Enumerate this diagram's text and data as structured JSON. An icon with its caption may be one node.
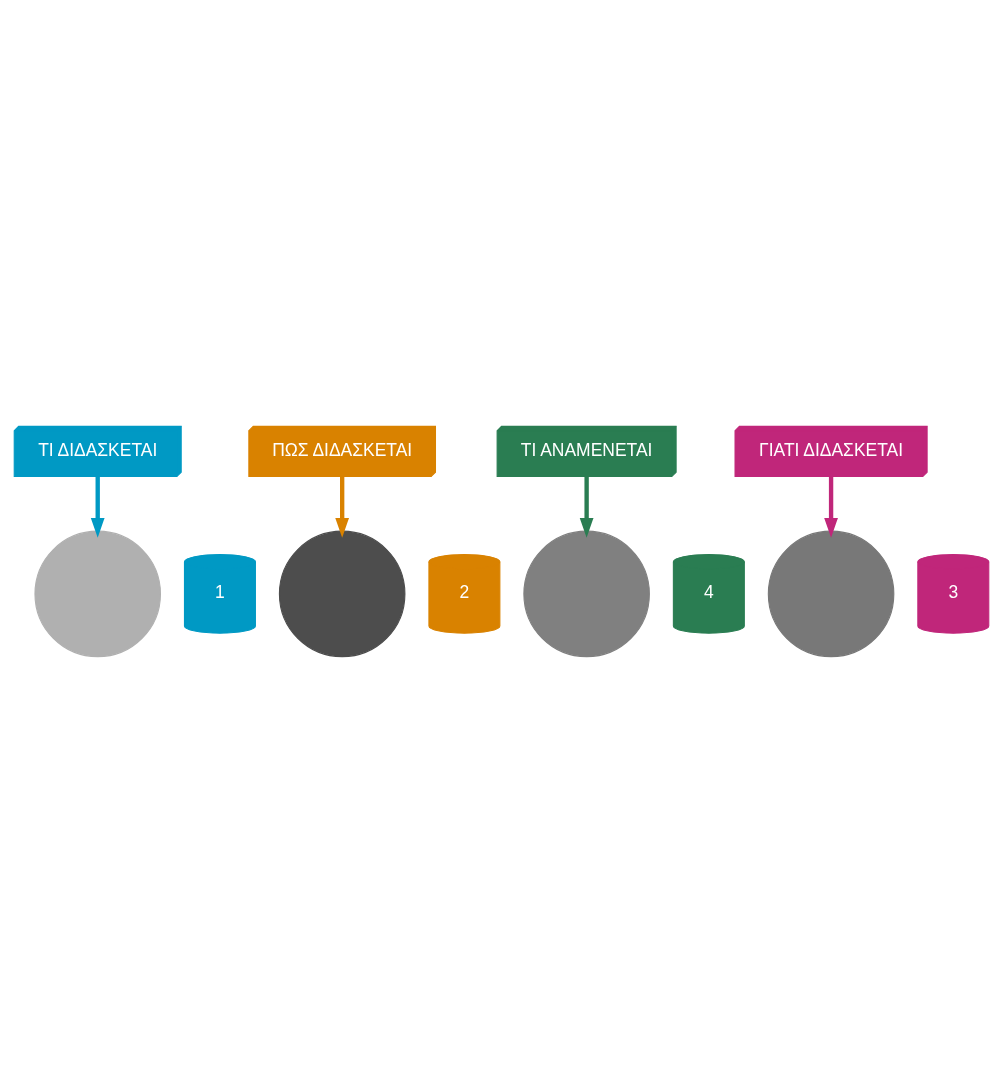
{
  "diagram": {
    "nodes": [
      {
        "text": [
          "ΤΙ ΔΙΔΑΣΚΕΤΑΙ"
        ]
      },
      {
        "text": [],
        "shape": "circle"
      },
      {
        "text": [
          "1"
        ]
      },
      {
        "text": [
          "ΠΩΣ ΔΙΔΑΣΚΕΤΑΙ"
        ]
      },
      {
        "text": [],
        "shape": "circle"
      },
      {
        "text": [
          "2"
        ]
      },
      {
        "text": [],
        "shape": "circle"
      },
      {
        "text": [
          "4"
        ]
      },
      {
        "text": [
          "ΤΙ ΑΝΑΜΕΝΕΤΑΙ"
        ]
      },
      {
        "text": [],
        "shape": "circle"
      },
      {
        "text": [
          "3"
        ]
      },
      {
        "text": [
          "ΓΙΑΤΙ ΔΙΔΑΣΚΕΤΑΙ"
        ]
      }
    ],
    "edges": [
      {
        "from": 0,
        "to": 1,
        "arrow": "to",
        "color": "#0099c4"
      },
      {
        "from": 3,
        "to": 4,
        "arrow": "to",
        "color": "#d98200"
      },
      {
        "from": 8,
        "to": 6,
        "arrow": "to",
        "color": "#2a7d52"
      },
      {
        "from": 11,
        "to": 9,
        "arrow": "to",
        "color": "#c0267a"
      }
    ]
  }
}
